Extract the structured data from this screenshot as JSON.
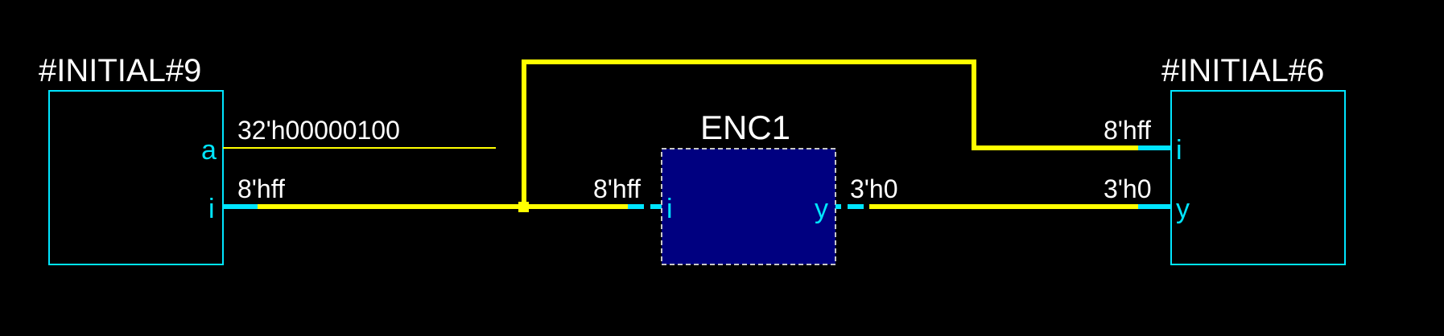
{
  "colors": {
    "background": "#000000",
    "wire": "#ffff00",
    "port_and_outline": "#00e5ff",
    "label": "#ffffff",
    "enc1_fill": "#000080",
    "enc1_border": "#c8c8c8"
  },
  "blocks": {
    "initial9": {
      "title": "#INITIAL#9",
      "ports": {
        "a": "a",
        "i": "i"
      }
    },
    "enc1": {
      "title": "ENC1",
      "ports": {
        "i": "i",
        "y": "y"
      }
    },
    "initial6": {
      "title": "#INITIAL#6",
      "ports": {
        "i": "i",
        "y": "y"
      }
    }
  },
  "nets": {
    "a_const": "32'h00000100",
    "i_src": "8'hff",
    "i_enc1": "8'hff",
    "y_enc1": "3'h0",
    "i_dst": "8'hff",
    "y_dst": "3'h0"
  }
}
